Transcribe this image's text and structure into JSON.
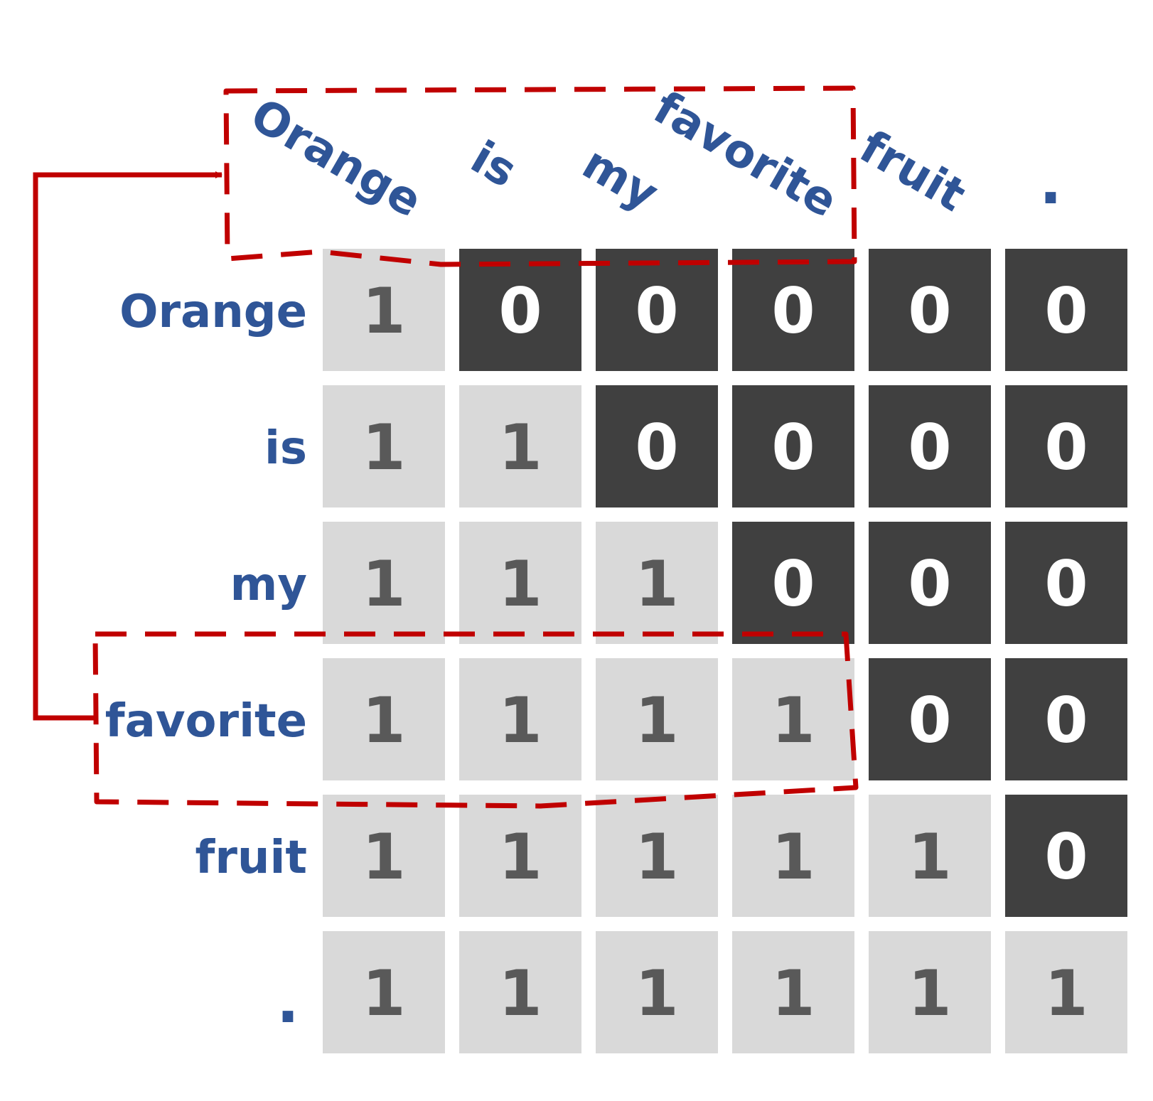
{
  "tokens": [
    "Orange",
    "is",
    "my",
    "favorite",
    "fruit",
    "."
  ],
  "mask": [
    [
      "1",
      "0",
      "0",
      "0",
      "0",
      "0"
    ],
    [
      "1",
      "1",
      "0",
      "0",
      "0",
      "0"
    ],
    [
      "1",
      "1",
      "1",
      "0",
      "0",
      "0"
    ],
    [
      "1",
      "1",
      "1",
      "1",
      "0",
      "0"
    ],
    [
      "1",
      "1",
      "1",
      "1",
      "1",
      "0"
    ],
    [
      "1",
      "1",
      "1",
      "1",
      "1",
      "1"
    ]
  ],
  "colors": {
    "label": "#2f5597",
    "visible_cell": "#d9d9d9",
    "visible_text": "#595959",
    "masked_cell": "#404040",
    "masked_text": "#ffffff",
    "highlight": "#c00000"
  },
  "highlight": {
    "row_token": "favorite",
    "attends_to": [
      "Orange",
      "is",
      "my",
      "favorite"
    ]
  }
}
